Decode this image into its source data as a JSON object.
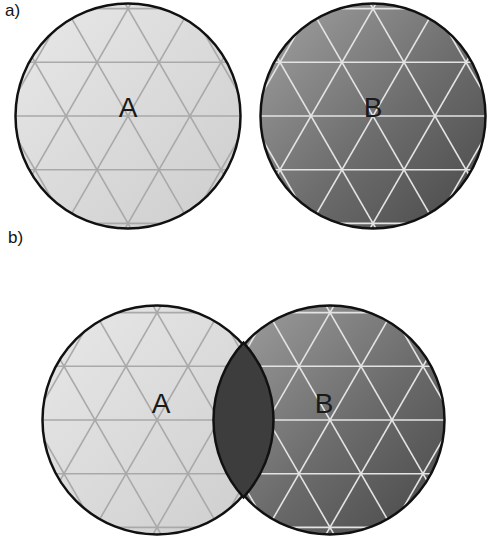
{
  "diagram": {
    "nodes": [
      {
        "text": [
          "A"
        ]
      },
      {
        "text": [
          "B"
        ]
      },
      {
        "text": [
          "A"
        ]
      },
      {
        "text": [
          "B"
        ]
      }
    ],
    "labels": [
      "a)",
      "b)"
    ]
  }
}
